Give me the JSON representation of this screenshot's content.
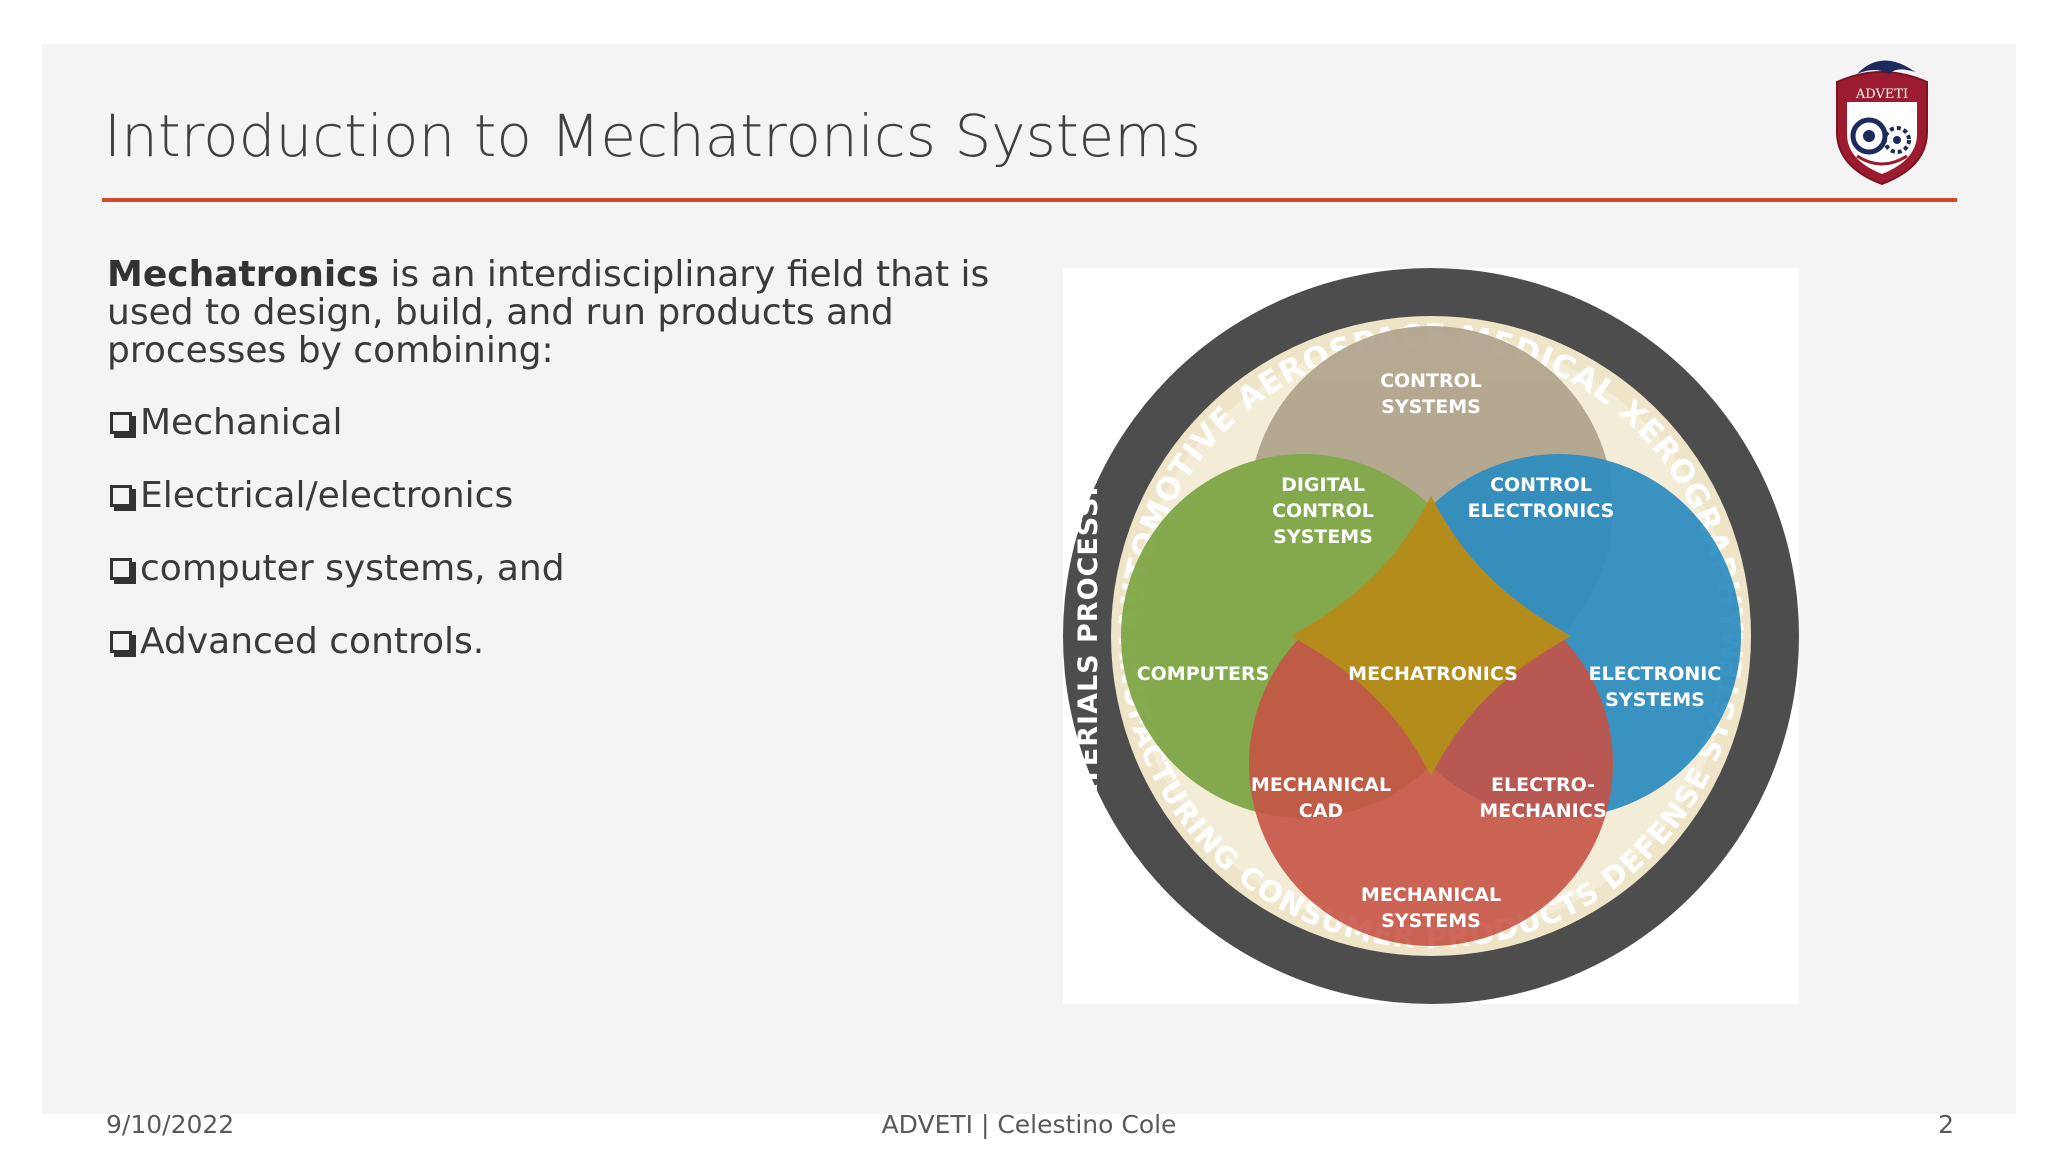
{
  "slide": {
    "title": "Introduction to Mechatronics Systems",
    "logo_text": "ADVETI",
    "accent_color": "#d2462a",
    "intro_bold": "Mechatronics",
    "intro_rest": " is an interdisciplinary field that is used to design, build, and run products and processes by combining:",
    "bullets": [
      {
        "label": "Mechanical"
      },
      {
        "label": "Electrical/electronics"
      },
      {
        "label": "computer systems, and"
      },
      {
        "label": "Advanced controls."
      }
    ],
    "bullet_icon": "checkbox-square-icon",
    "footer": {
      "date": "9/10/2022",
      "center": "ADVETI | Celestino Cole",
      "page": "2"
    }
  },
  "diagram": {
    "ring_labels": {
      "top": "AUTOMOTIVE  AEROSPACE  MEDICAL  XEROGRAPHY",
      "left": "MATERIALS PROCESSING",
      "bottom": "MANUFACTURING  CONSUMER PRODUCTS  DEFENSE SYSTEMS"
    },
    "circles": {
      "control_systems": {
        "line1": "CONTROL",
        "line2": "SYSTEMS",
        "color": "#b0a38c"
      },
      "computers": {
        "line1": "COMPUTERS",
        "color": "#7aa441"
      },
      "electronic_systems": {
        "line1": "ELECTRONIC",
        "line2": "SYSTEMS",
        "color": "#1f85bd"
      },
      "mechanical_systems": {
        "line1": "MECHANICAL",
        "line2": "SYSTEMS",
        "color": "#c2473a"
      }
    },
    "overlaps": {
      "digital_control": {
        "line1": "DIGITAL",
        "line2": "CONTROL",
        "line3": "SYSTEMS"
      },
      "control_electronics": {
        "line1": "CONTROL",
        "line2": "ELECTRONICS"
      },
      "mechanical_cad": {
        "line1": "MECHANICAL",
        "line2": "CAD"
      },
      "electro_mechanics": {
        "line1": "ELECTRO-",
        "line2": "MECHANICS"
      },
      "center": {
        "line1": "MECHATRONICS",
        "color": "#b38c1c"
      }
    },
    "ring_color": "#4d4d4d",
    "inner_bg_color": "#eee5c8"
  }
}
